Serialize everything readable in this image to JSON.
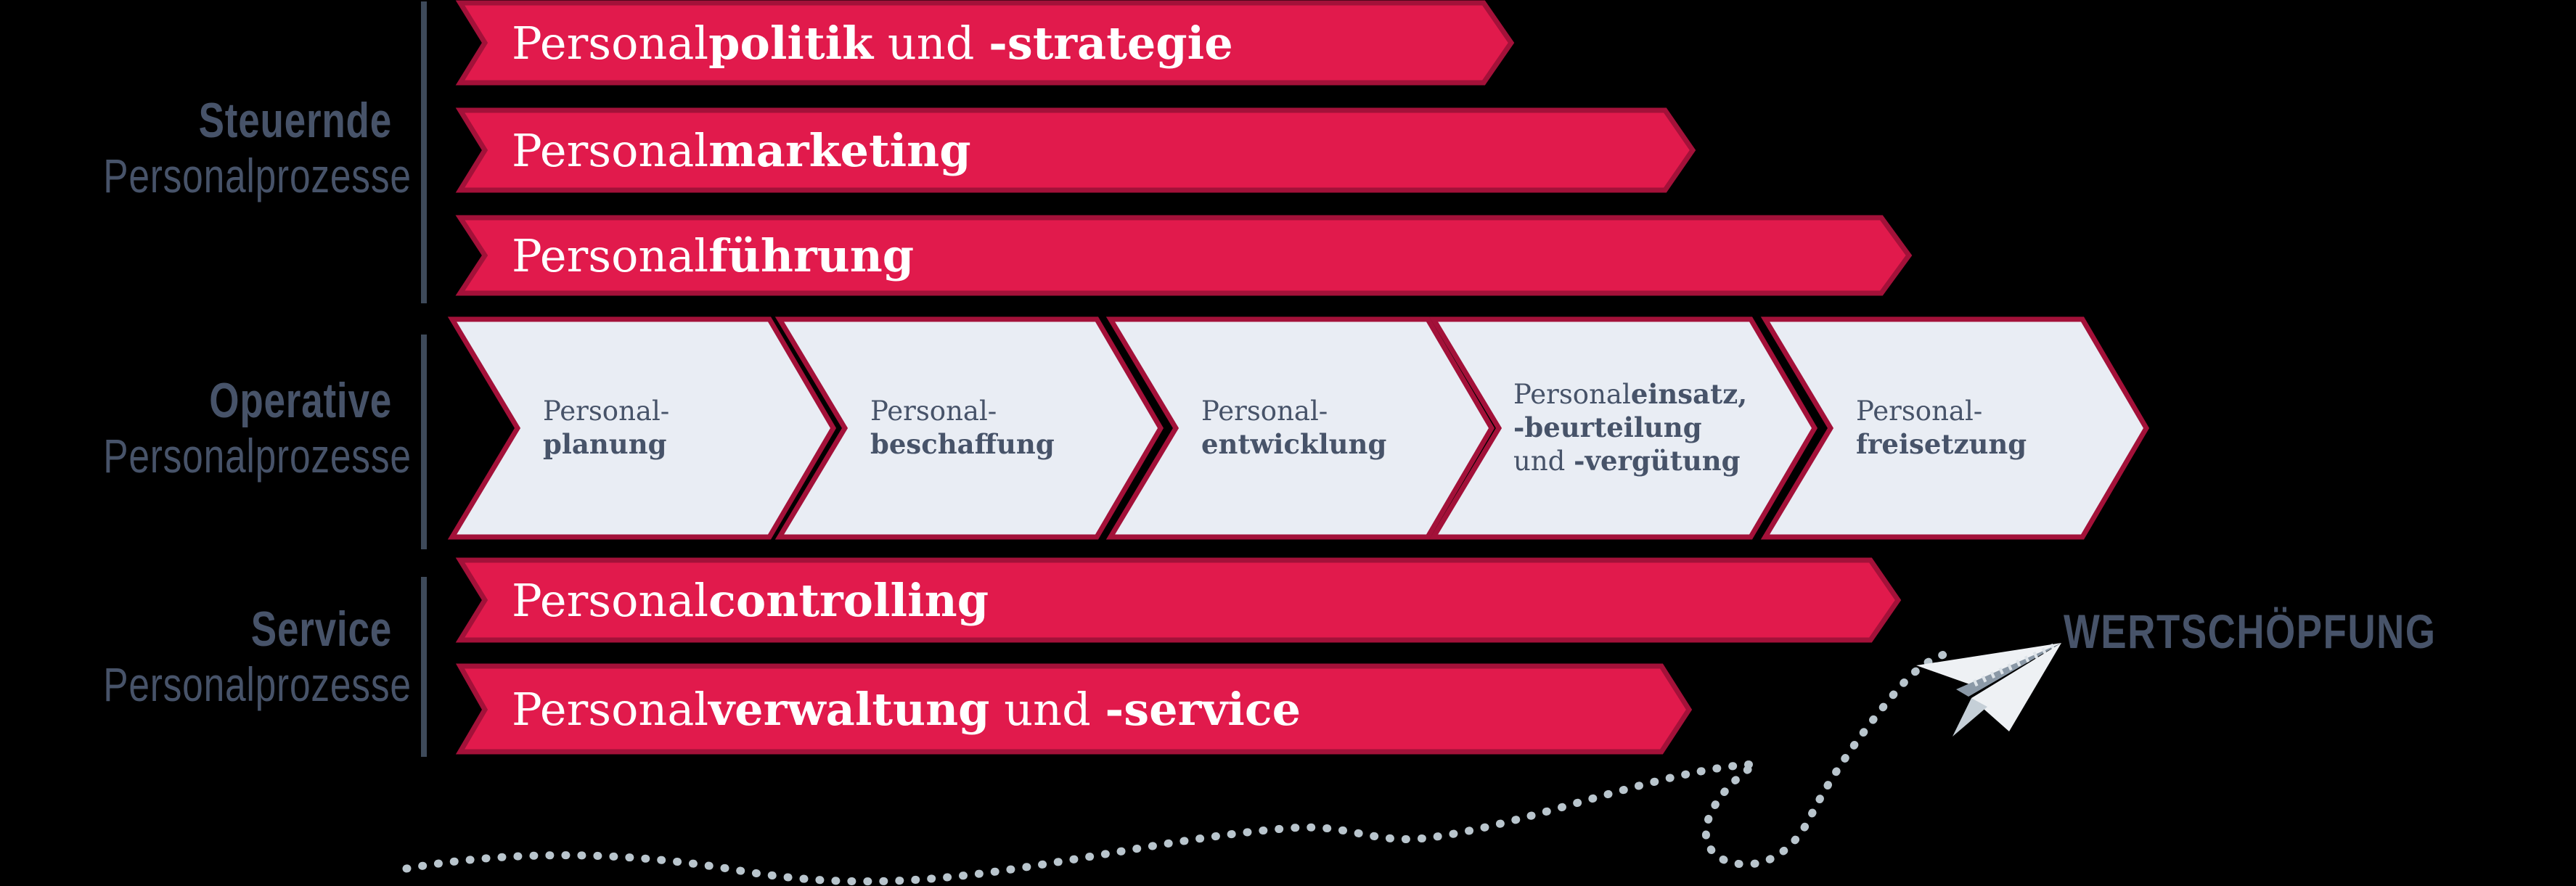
{
  "groups": [
    {
      "title_bold": "Steuernde",
      "title_rest": "Personalprozesse"
    },
    {
      "title_bold": "Operative",
      "title_rest": "Personalprozesse"
    },
    {
      "title_bold": "Service",
      "title_rest": "Personalprozesse"
    }
  ],
  "banners": [
    {
      "parts": [
        {
          "t": "Personal"
        },
        {
          "t": "politik"
        },
        {
          "t": " und "
        },
        {
          "t": "-strategie"
        }
      ]
    },
    {
      "parts": [
        {
          "t": "Personal"
        },
        {
          "t": "marketing"
        }
      ]
    },
    {
      "parts": [
        {
          "t": "Personal"
        },
        {
          "t": "führung"
        }
      ]
    },
    {
      "parts": [
        {
          "t": "Personal"
        },
        {
          "t": "controlling"
        }
      ]
    },
    {
      "parts": [
        {
          "t": "Personal"
        },
        {
          "t": "verwaltung"
        },
        {
          "t": " und "
        },
        {
          "t": "-service"
        }
      ]
    }
  ],
  "chevrons": [
    {
      "lines": [
        [
          {
            "t": "Personal-"
          }
        ],
        [
          {
            "t": "planung"
          }
        ]
      ]
    },
    {
      "lines": [
        [
          {
            "t": "Personal-"
          }
        ],
        [
          {
            "t": "beschaffung"
          }
        ]
      ]
    },
    {
      "lines": [
        [
          {
            "t": "Personal-"
          }
        ],
        [
          {
            "t": "entwicklung"
          }
        ]
      ]
    },
    {
      "lines": [
        [
          {
            "t": "Personal"
          },
          {
            "t": "einsatz,"
          }
        ],
        [
          {
            "t": "-beurteilung"
          }
        ],
        [
          {
            "t": "und "
          },
          {
            "t": "-vergütung"
          }
        ]
      ]
    },
    {
      "lines": [
        [
          {
            "t": "Personal-"
          }
        ],
        [
          {
            "t": "freisetzung"
          }
        ]
      ]
    }
  ],
  "value_label": "WERTSCHÖPFUNG",
  "icons": {
    "paper_plane": "paper-plane-icon",
    "dotted_trail": "dotted-trail-path"
  },
  "colors": {
    "banner_red": "#e11a4c",
    "banner_edge_dark_red": "#a31139",
    "chevron_fill": "#e9edf4",
    "chevron_border": "#a31139",
    "text_slate": "#475369",
    "banner_text_white": "#ffffff",
    "trail_dot": "#b9c5cd",
    "background": "#000000"
  }
}
